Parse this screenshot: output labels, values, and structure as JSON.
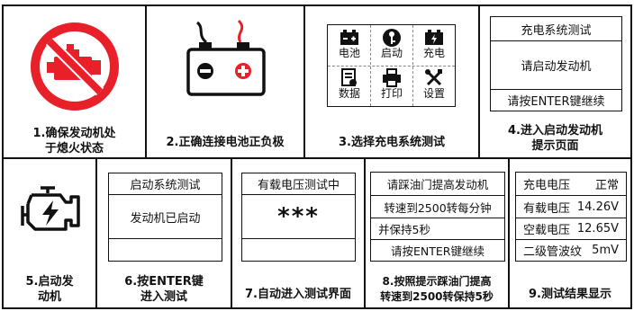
{
  "steps": [
    {
      "caption_lines": [
        "1.确保发动机处",
        "于熄火状态"
      ]
    },
    {
      "caption": "2.正确连接电池正负极"
    },
    {
      "caption": "3.选择充电系统测试",
      "menu": [
        "电池",
        "启动",
        "充电",
        "数据",
        "打印",
        "设置"
      ],
      "menu_icons": [
        "battery-icon",
        "key-icon",
        "charge-battery-icon",
        "data-icon",
        "printer-icon",
        "settings-tools-icon"
      ]
    },
    {
      "caption_lines": [
        "4.进入启动发动机",
        "提示页面"
      ],
      "screen": [
        "充电系统测试",
        "请启动发动机",
        "请按ENTER键继续"
      ]
    },
    {
      "caption_lines": [
        "5.启动发",
        "动机"
      ]
    },
    {
      "caption_lines": [
        "6.按ENTER键",
        "进入测试"
      ],
      "screen": [
        "启动系统测试",
        "发动机已启动"
      ]
    },
    {
      "caption": "7.自动进入测试界面",
      "screen": [
        "有载电压测试中",
        "***"
      ]
    },
    {
      "caption_lines": [
        "8.按照提示踩油门提高",
        "转速到2500转保持5秒"
      ],
      "screen": [
        "请踩油门提高发动机",
        "转速到2500转每分钟",
        "并保持5秒",
        "请按ENTER键继续"
      ]
    },
    {
      "caption": "9.测试结果显示",
      "results": [
        {
          "label": "充电电压",
          "value": "正常"
        },
        {
          "label": "有载电压",
          "value": "14.26V"
        },
        {
          "label": "空载电压",
          "value": "12.65V"
        },
        {
          "label": "二级管波纹",
          "value": "5mV"
        }
      ]
    }
  ],
  "colors": {
    "accent_red": "#e8202a",
    "line": "#111111"
  }
}
